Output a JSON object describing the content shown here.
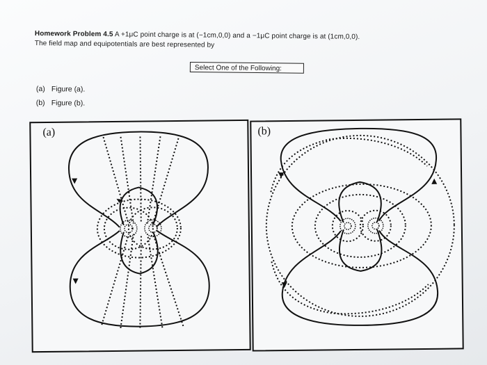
{
  "problem": {
    "title_bold": "Homework Problem 4.5",
    "title_rest": " A +1μC point charge is at (−1cm,0,0) and a −1μC point charge is at (1cm,0,0).",
    "line2": "The field map and equipotentials are best represented by"
  },
  "select_prompt": "Select One of the Following:",
  "options": [
    {
      "label": "(a)",
      "text": "Figure (a)."
    },
    {
      "label": "(b)",
      "text": "Figure (b)."
    }
  ],
  "figures": [
    {
      "label": "(a)"
    },
    {
      "label": "(b)"
    }
  ]
}
